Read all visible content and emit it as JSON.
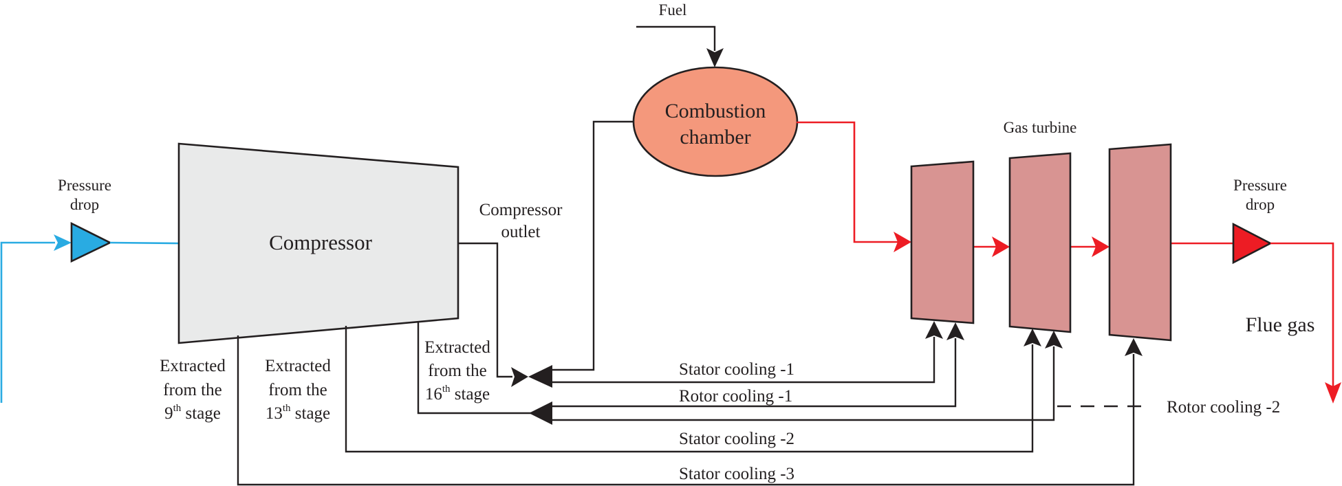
{
  "title": "Gas turbine cooling flow schematic",
  "colors": {
    "inlet_flow": "#29abe2",
    "hot_gas_flow": "#ed1c24",
    "compressor_fill": "#e9eaea",
    "combustion_fill": "#f4987c",
    "turbine_fill": "#d89492",
    "line": "#231f20"
  },
  "components": {
    "compressor": {
      "label": "Compressor"
    },
    "combustion_chamber": {
      "label_line1": "Combustion",
      "label_line2": "chamber"
    },
    "gas_turbine": {
      "label": "Gas turbine",
      "stages": 3
    },
    "inlet_pressure_drop": {
      "label_line1": "Pressure",
      "label_line2": "drop"
    },
    "outlet_pressure_drop": {
      "label_line1": "Pressure",
      "label_line2": "drop"
    }
  },
  "streams": {
    "fuel": "Fuel",
    "flue_gas": "Flue gas",
    "compressor_outlet": {
      "line1": "Compressor",
      "line2": "outlet"
    }
  },
  "extractions": [
    {
      "line1": "Extracted",
      "line2": "from the",
      "stage_number": "9",
      "stage_suffix": "th",
      "stage_word": " stage"
    },
    {
      "line1": "Extracted",
      "line2": "from the",
      "stage_number": "13",
      "stage_suffix": "th",
      "stage_word": " stage"
    },
    {
      "line1": "Extracted",
      "line2": "from the",
      "stage_number": "16",
      "stage_suffix": "th",
      "stage_word": " stage"
    }
  ],
  "cooling_lines": {
    "stator_1": "Stator cooling -1",
    "rotor_1": "Rotor cooling -1",
    "rotor_2": "Rotor cooling -2",
    "stator_2": "Stator cooling -2",
    "stator_3": "Stator cooling -3"
  }
}
